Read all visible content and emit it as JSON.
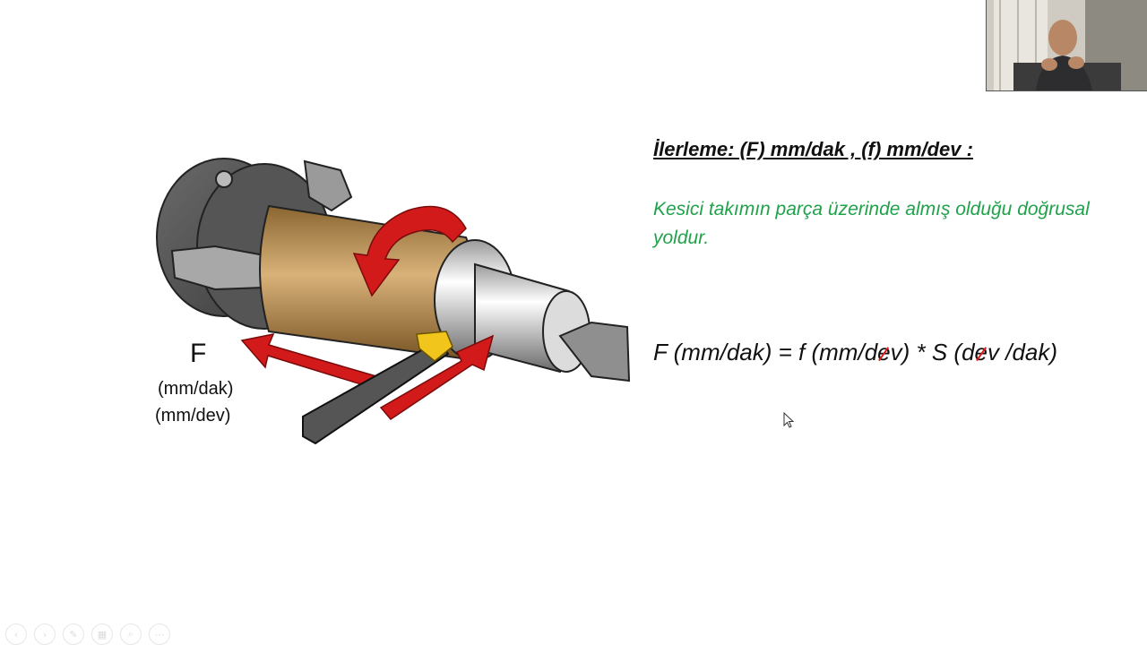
{
  "slide": {
    "title": "İlerleme:  (F)  mm/dak , (f) mm/dev :",
    "description": "Kesici takımın parça üzerinde almış olduğu doğrusal yoldur.",
    "formula": {
      "part1": "F (mm/dak) = f (mm/d",
      "strike1": "e",
      "part2": "v) * S (d",
      "strike2": "e",
      "part3": "v /dak)"
    },
    "figure_label": {
      "letter": "F",
      "unit_1": "(mm/dak)",
      "unit_2": "(mm/dev)"
    }
  },
  "colors": {
    "title_text": "#111111",
    "description_text": "#1fa24a",
    "strike_line": "#e01b1b",
    "arrow": "#d21a1a",
    "workpiece": "#b88a45",
    "tool_insert": "#f2c51c"
  },
  "controls": [
    {
      "icon": "previous-icon",
      "glyph": "‹"
    },
    {
      "icon": "next-icon",
      "glyph": "›"
    },
    {
      "icon": "pen-icon",
      "glyph": "✎"
    },
    {
      "icon": "slides-icon",
      "glyph": "▦"
    },
    {
      "icon": "zoom-icon",
      "glyph": "⌕"
    },
    {
      "icon": "more-icon",
      "glyph": "⋯"
    }
  ]
}
